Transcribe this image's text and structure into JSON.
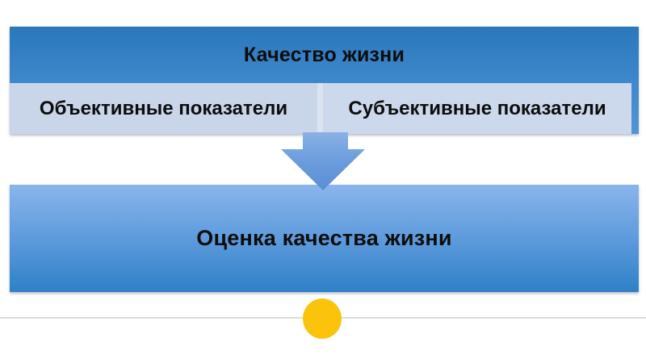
{
  "slide": {
    "top_box": {
      "title": "Качество жизни",
      "cells": [
        {
          "label": "Объективные показатели"
        },
        {
          "label": "Субъективные показатели"
        }
      ]
    },
    "bottom_box": {
      "title": "Оценка качества жизни"
    },
    "icons": {
      "arrow": "down-arrow-icon",
      "dot": "yellow-dot-marker"
    },
    "colors": {
      "title_box_top": "#2b77bc",
      "title_box_bottom": "#4f96d6",
      "cell_background": "#c9d5e9",
      "cell_divider": "#dbe3f1",
      "arrow_top": "#8ab1e6",
      "arrow_bottom": "#5a8ed3",
      "bottom_box_top": "#8ab5ec",
      "bottom_box_bottom": "#2f80c7",
      "footer_line": "#dcdcdc",
      "dot": "#fcc30d",
      "text": "#0d0d0d"
    }
  }
}
